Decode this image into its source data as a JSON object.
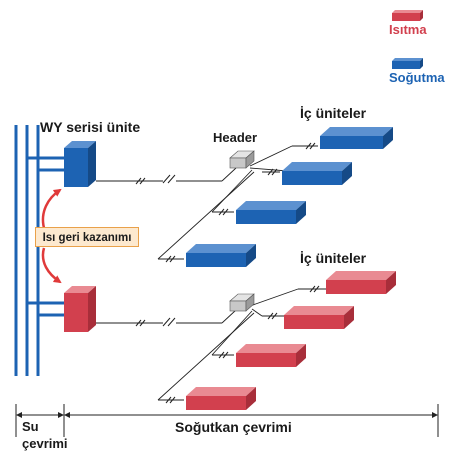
{
  "legend": {
    "heating": "Isıtma",
    "cooling": "Soğutma"
  },
  "labels": {
    "outdoor_unit": "WY serisi ünite",
    "header": "Header",
    "indoor_units_top": "İç üniteler",
    "indoor_units_bottom": "İç üniteler",
    "heat_recovery": "Isı geri kazanımı",
    "water_cycle_line1": "Su",
    "water_cycle_line2": "çevrimi",
    "refrigerant_cycle": "Soğutkan çevrimi"
  },
  "colors": {
    "heating": "#d2404e",
    "cooling": "#1d63b3",
    "water_pipe": "#1d63b3",
    "heat_recovery_arrow": "#e03a3a",
    "heat_recovery_box": "#fde9cf",
    "header_box": "#c8c8c8"
  }
}
